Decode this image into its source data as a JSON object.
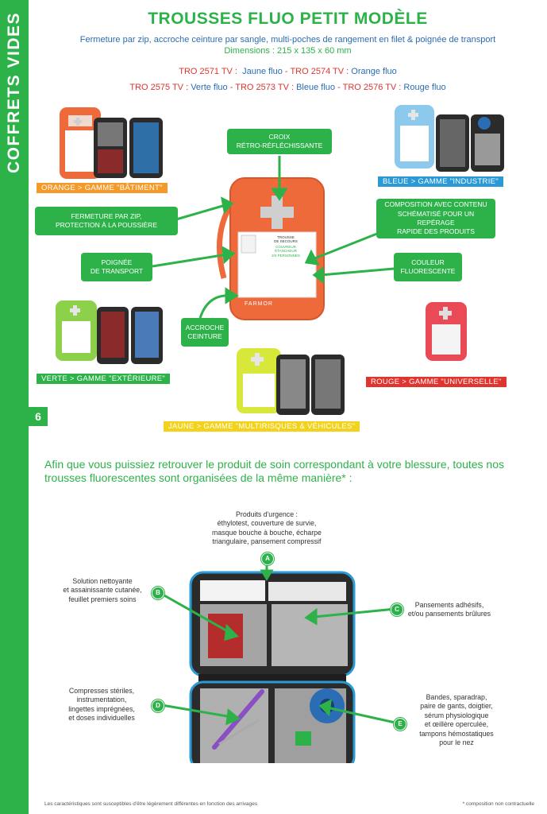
{
  "sidebar": {
    "label": "COFFRETS VIDES",
    "page_number": "6"
  },
  "header": {
    "title": "TROUSSES FLUO PETIT MODÈLE",
    "subtitle": "Fermeture par zip, accroche ceinture par sangle, multi-poches de rangement en filet & poignée de transport",
    "dimensions": "Dimensions : 215 x 135 x 60 mm"
  },
  "references": {
    "line1": [
      {
        "text": "TRO 2571 TV : ",
        "color": "#e0342f"
      },
      {
        "text": " Jaune fluo",
        "color": "#2a6db5"
      },
      {
        "text": " - ",
        "color": "#e0342f"
      },
      {
        "text": "TRO 2574 TV : ",
        "color": "#e0342f"
      },
      {
        "text": "Orange fluo",
        "color": "#2a6db5"
      }
    ],
    "line2": [
      {
        "text": "TRO 2575 TV : ",
        "color": "#e0342f"
      },
      {
        "text": "Verte fluo",
        "color": "#2a6db5"
      },
      {
        "text": " - ",
        "color": "#e0342f"
      },
      {
        "text": "TRO 2573 TV : ",
        "color": "#e0342f"
      },
      {
        "text": "Bleue fluo",
        "color": "#2a6db5"
      },
      {
        "text": " - ",
        "color": "#e0342f"
      },
      {
        "text": "TRO 2576 TV : ",
        "color": "#e0342f"
      },
      {
        "text": "Rouge fluo",
        "color": "#2a6db5"
      }
    ]
  },
  "gammes": {
    "orange": {
      "label": "ORANGE > GAMME \"BÂTIMENT\"",
      "color": "#f39a2b"
    },
    "bleue": {
      "label": "BLEUE > GAMME  \"INDUSTRIE\"",
      "color": "#2a9ad6"
    },
    "verte": {
      "label": "VERTE > GAMME \"EXTÉRIEURE\"",
      "color": "#2db24a"
    },
    "rouge": {
      "label": "ROUGE > GAMME \"UNIVERSELLE\"",
      "color": "#e0342f"
    },
    "jaune": {
      "label": "JAUNE > GAMME \"MULTIRISQUES & VÉHICULES\"",
      "color": "#f2d21b"
    }
  },
  "callouts": {
    "croix": "CROIX\nRÉTRO-RÉFLÉCHISSANTE",
    "fermeture": "FERMETURE PAR ZIP,\nPROTECTION À LA POUSSIÈRE",
    "poignee": "POIGNÉE\nDE TRANSPORT",
    "accroche": "ACCROCHE\nCEINTURE",
    "composition": "COMPOSITION AVEC CONTENU\nSCHÉMATISÉ POUR UN REPÉRAGE\nRAPIDE DES PRODUITS",
    "couleur": "COULEUR\nFLUORESCENTE"
  },
  "product_card": {
    "title": "TROUSSE\nDE SECOURS",
    "subtitle": "COUVREUR\nÉTANCHEUR\n2/4 PERSONNES",
    "brand": "FARMOR"
  },
  "intro": "Afin que vous puissiez retrouver le produit de soin correspondant à votre blessure, toutes nos trousses fluorescentes sont organisées de la même manière* :",
  "compartments": [
    {
      "letter": "A",
      "text": "Produits d'urgence :\néthylotest, couverture de survie,\nmasque bouche à bouche, écharpe\ntriangulaire, pansement compressif"
    },
    {
      "letter": "B",
      "text": "Solution nettoyante\net assainissante cutanée,\nfeuillet premiers soins"
    },
    {
      "letter": "C",
      "text": "Pansements adhésifs,\net/ou pansements brûlures"
    },
    {
      "letter": "D",
      "text": "Compresses stériles,\ninstrumentation,\nlingettes imprégnées,\net doses individuelles"
    },
    {
      "letter": "E",
      "text": "Bandes, sparadrap,\npaire de gants, doigtier,\nsérum physiologique\net œillère operculée,\ntampons hémostatiques\npour le nez"
    }
  ],
  "footer": {
    "left": "Les caractéristiques sont susceptibles d'être légèrement différentes en fonction des arrivages",
    "right": "* composition non contractuelle"
  },
  "colors": {
    "green": "#2db24a",
    "blue": "#2a6db5",
    "red": "#e0342f",
    "orange_case": "#ef6a3a"
  }
}
